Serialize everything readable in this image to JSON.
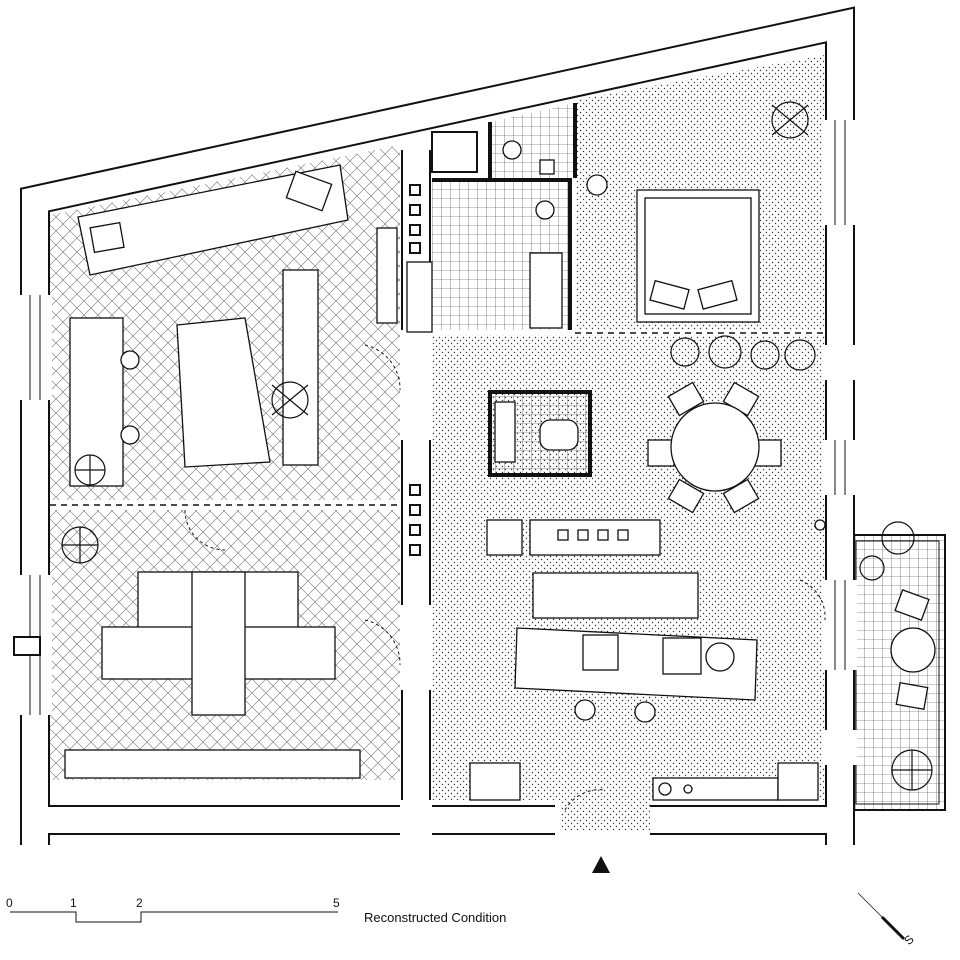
{
  "drawing": {
    "title": "Reconstructed Condition",
    "scale_bar": {
      "ticks": [
        "0",
        "1",
        "2",
        "5"
      ],
      "unit_values": [
        0,
        1,
        2,
        5
      ]
    },
    "orientation_label": "S"
  },
  "colors": {
    "ink": "#111111",
    "paper": "#ffffff"
  }
}
